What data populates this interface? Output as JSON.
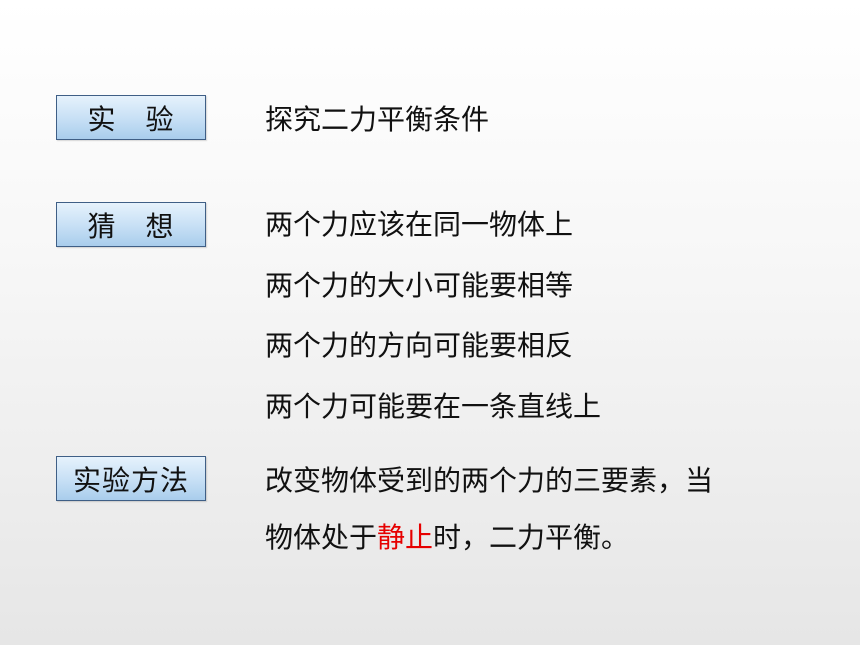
{
  "sections": {
    "experiment": {
      "label": "实　验",
      "text": "探究二力平衡条件"
    },
    "hypothesis": {
      "label": "猜　想",
      "lines": [
        "两个力应该在同一物体上",
        "两个力的大小可能要相等",
        "两个力的方向可能要相反",
        "两个力可能要在一条直线上"
      ]
    },
    "method": {
      "label": "实验方法",
      "line1": "改变物体受到的两个力的三要素，当",
      "line2_before": "物体处于",
      "line2_highlight": "静止",
      "line2_after": "时，二力平衡。"
    }
  },
  "colors": {
    "highlight": "#e60000",
    "label_border": "#3f5f86",
    "label_fill": "#c6dff5"
  }
}
